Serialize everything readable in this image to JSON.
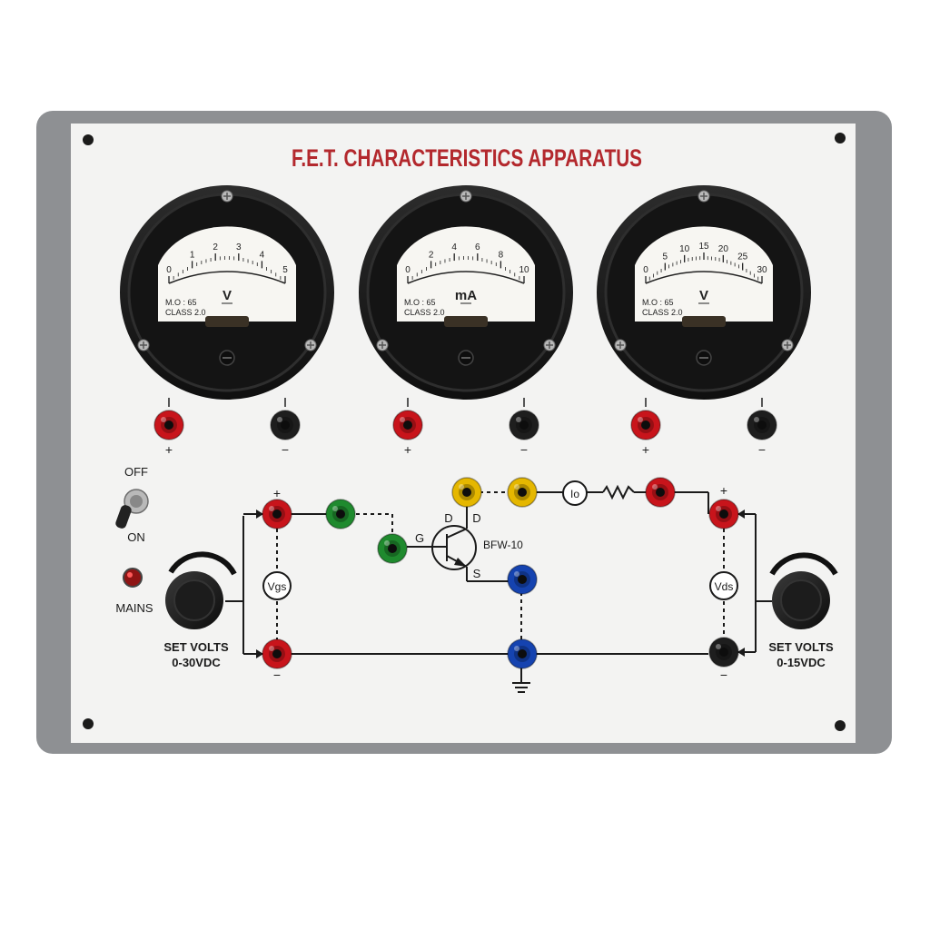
{
  "panel": {
    "title": "F.E.T. CHARACTERISTICS APPARATUS",
    "title_color": "#b3282d",
    "frame_color": "#8e9093",
    "face_color": "#f3f3f2"
  },
  "meters": [
    {
      "unit": "V",
      "scale": [
        "0",
        "1",
        "2",
        "3",
        "4",
        "5"
      ],
      "model": "M.O : 65",
      "accuracy": "CLASS 2.0",
      "marks": [
        "+",
        "−"
      ]
    },
    {
      "unit": "mA",
      "scale": [
        "0",
        "2",
        "4",
        "6",
        "8",
        "10"
      ],
      "model": "M.O : 65",
      "accuracy": "CLASS 2.0",
      "marks": [
        "+",
        "−"
      ]
    },
    {
      "unit": "V",
      "scale": [
        "0",
        "5",
        "10",
        "15",
        "20",
        "25",
        "30"
      ],
      "model": "M.O : 65",
      "accuracy": "CLASS 2.0",
      "marks": [
        "+",
        "−"
      ]
    }
  ],
  "controls": {
    "switch_off": "OFF",
    "switch_on": "ON",
    "mains": "MAINS",
    "left_knob_line1": "SET VOLTS",
    "left_knob_line2": "0-30VDC",
    "right_knob_line1": "SET VOLTS",
    "right_knob_line2": "0-15VDC"
  },
  "circuit": {
    "gate": "G",
    "drain": "D",
    "drain2": "D",
    "source": "S",
    "device": "BFW-10",
    "vgs": "Vgs",
    "vds": "Vds",
    "id": "Io",
    "plus_left": "+",
    "minus_left": "−",
    "plus_right": "+",
    "minus_right": "−"
  },
  "colors": {
    "red": "#c8141b",
    "black": "#1e1e1e",
    "green": "#1f8a2e",
    "yellow": "#e5b700",
    "blue": "#1543b0"
  }
}
